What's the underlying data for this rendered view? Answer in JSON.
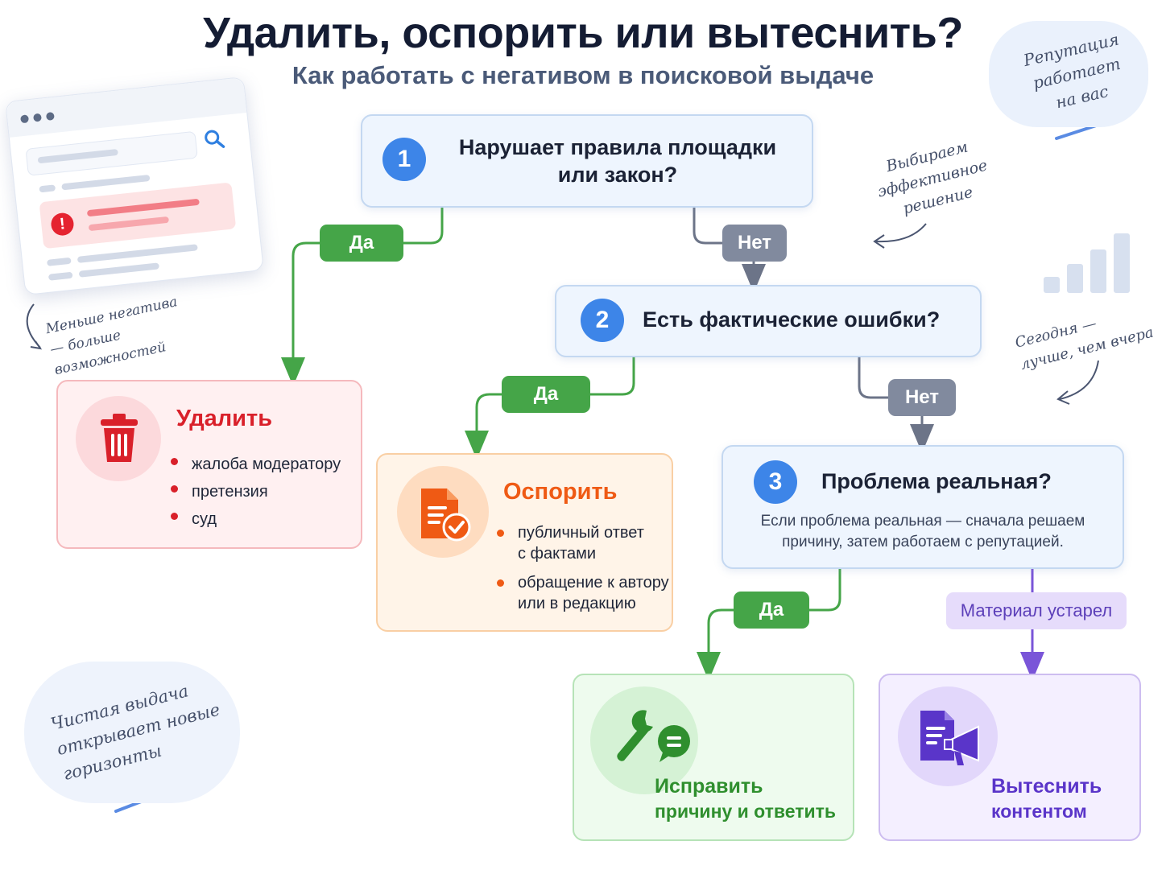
{
  "header": {
    "title": "Удалить, оспорить или вытеснить?",
    "subtitle": "Как работать с негативом в поисковой выдаче"
  },
  "questions": [
    {
      "number": "1",
      "line1": "Нарушает правила площадки",
      "line2": "или закон?"
    },
    {
      "number": "2",
      "text": "Есть фактические ошибки?"
    },
    {
      "number": "3",
      "text": "Проблема реальная?",
      "note_line1": "Если проблема реальная — сначала решаем",
      "note_line2": "причину, затем работаем с репутацией."
    }
  ],
  "branches": {
    "yes": "Да",
    "no": "Нет",
    "outdated": "Материал устарел"
  },
  "outcomes": {
    "delete": {
      "title": "Удалить",
      "items": [
        "жалоба модератору",
        "претензия",
        "суд"
      ],
      "icon": "trash-icon"
    },
    "dispute": {
      "title": "Оспорить",
      "items": [
        [
          "публичный ответ",
          "с фактами"
        ],
        [
          "обращение к автору",
          "или в редакцию"
        ]
      ],
      "icon": "document-check-icon"
    },
    "fix": {
      "title_line1": "Исправить",
      "title_line2": "причину и ответить",
      "icon": "wrench-chat-icon"
    },
    "displace": {
      "title_line1": "Вытеснить",
      "title_line2": "контентом",
      "icon": "document-megaphone-icon"
    }
  },
  "notes": {
    "reputation": [
      "Репутация",
      "работает",
      "на вас"
    ],
    "effective": [
      "Выбираем",
      "эффективное",
      "решение"
    ],
    "less_negative": [
      "Меньше негатива",
      "— больше возможностей"
    ],
    "today": [
      "Сегодня —",
      "лучше, чем вчера"
    ],
    "clean": [
      "Чистая выдача",
      "открывает новые",
      "горизонты"
    ]
  },
  "colors": {
    "accent_blue": "#3d85e8",
    "yes_green": "#45a548",
    "no_gray": "#818a9e",
    "delete_red": "#d9202a",
    "dispute_orange": "#ef5a14",
    "fix_green": "#2f8f2e",
    "displace_purple": "#5a35c9"
  }
}
